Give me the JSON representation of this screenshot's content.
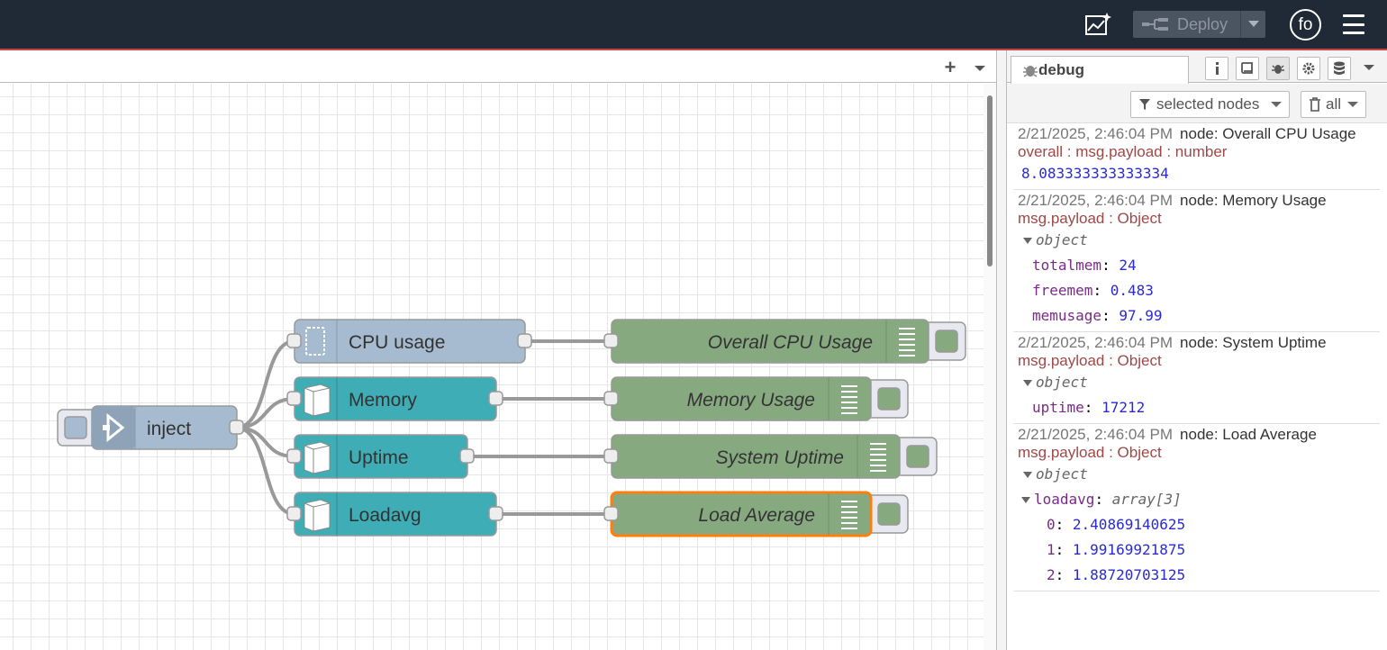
{
  "header": {
    "deploy_label": "Deploy",
    "avatar_initials": "fo"
  },
  "workspace": {
    "add_flow_label": "+",
    "nodes": {
      "inject": "inject",
      "cpu": "CPU usage",
      "memory": "Memory",
      "uptime": "Uptime",
      "loadavg": "Loadavg",
      "debug_cpu": "Overall CPU Usage",
      "debug_memory": "Memory Usage",
      "debug_uptime": "System Uptime",
      "debug_load": "Load Average"
    },
    "colors": {
      "inject": "#a6bbcf",
      "cpu": "#a6bbcf",
      "os_node": "#3fadb5",
      "debug": "#87a980",
      "selected_outline": "#ff7f0e",
      "wire": "#999999"
    }
  },
  "sidebar": {
    "tab_label": "debug",
    "filter_label": "selected nodes",
    "clear_label": "all",
    "messages": [
      {
        "time": "2/21/2025, 2:46:04 PM",
        "node": "node: Overall CPU Usage",
        "path": "overall : msg.payload : number",
        "value": "8.083333333333334"
      },
      {
        "time": "2/21/2025, 2:46:04 PM",
        "node": "node: Memory Usage",
        "path": "msg.payload : Object",
        "object_label": "object",
        "props": [
          {
            "key": "totalmem",
            "value": "24"
          },
          {
            "key": "freemem",
            "value": "0.483"
          },
          {
            "key": "memusage",
            "value": "97.99"
          }
        ]
      },
      {
        "time": "2/21/2025, 2:46:04 PM",
        "node": "node: System Uptime",
        "path": "msg.payload : Object",
        "object_label": "object",
        "props": [
          {
            "key": "uptime",
            "value": "17212"
          }
        ]
      },
      {
        "time": "2/21/2025, 2:46:04 PM",
        "node": "node: Load Average",
        "path": "msg.payload : Object",
        "object_label": "object",
        "array_key": "loadavg",
        "array_type": "array[3]",
        "items": [
          {
            "key": "0",
            "value": "2.40869140625"
          },
          {
            "key": "1",
            "value": "1.99169921875"
          },
          {
            "key": "2",
            "value": "1.88720703125"
          }
        ]
      }
    ]
  }
}
